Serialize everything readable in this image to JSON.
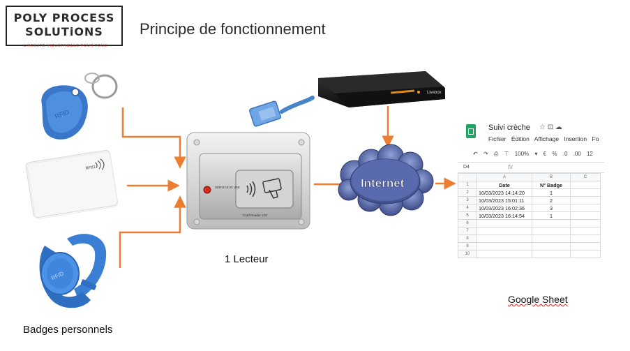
{
  "logo": {
    "line1": "POLY PROCESS",
    "line2": "SOLUTiONS",
    "tagline": "L'AGILITÉ INDUSTRIELLE POUR TOUS"
  },
  "title": "Principe de fonctionnement",
  "captions": {
    "badges": "Badges personnels",
    "reader": "1 Lecteur",
    "sheet": "Google Sheet"
  },
  "reader_panel": {
    "label": "SERVICE IN USE",
    "brand": "Card Reader V10"
  },
  "router_brand": "Livebox",
  "cloud_label": "Internet",
  "badge_labels": {
    "fob": "RFID",
    "card": "RFID",
    "band": "RFID"
  },
  "sheet": {
    "doc_name": "Suivi crèche",
    "doc_icons": "☆  ⊡  ☁",
    "menus": [
      "Fichier",
      "Édition",
      "Affichage",
      "Insertion",
      "Fo"
    ],
    "toolbar": [
      "↶",
      "↷",
      "⎙",
      "⊤",
      "100%",
      "▾",
      "€",
      "%",
      ".0",
      ".00",
      "12"
    ],
    "cell_ref": "D4",
    "fx": "fx",
    "col_headers": [
      "A",
      "B",
      "C"
    ],
    "rows": [
      {
        "n": "1",
        "a": "Date",
        "b": "N° Badge",
        "c": ""
      },
      {
        "n": "2",
        "a": "10/03/2023 14:14:20",
        "b": "1",
        "c": ""
      },
      {
        "n": "3",
        "a": "10/03/2023 15:01:11",
        "b": "2",
        "c": ""
      },
      {
        "n": "4",
        "a": "10/03/2023 16:02:36",
        "b": "3",
        "c": ""
      },
      {
        "n": "5",
        "a": "10/03/2023 16:14:54",
        "b": "1",
        "c": ""
      },
      {
        "n": "6",
        "a": "",
        "b": "",
        "c": ""
      },
      {
        "n": "7",
        "a": "",
        "b": "",
        "c": ""
      },
      {
        "n": "8",
        "a": "",
        "b": "",
        "c": ""
      },
      {
        "n": "9",
        "a": "",
        "b": "",
        "c": ""
      },
      {
        "n": "10",
        "a": "",
        "b": "",
        "c": ""
      }
    ]
  },
  "colors": {
    "arrow": "#ed7d31",
    "badge_blue": "#3a76c9",
    "cloud": "#4b5a9a"
  }
}
